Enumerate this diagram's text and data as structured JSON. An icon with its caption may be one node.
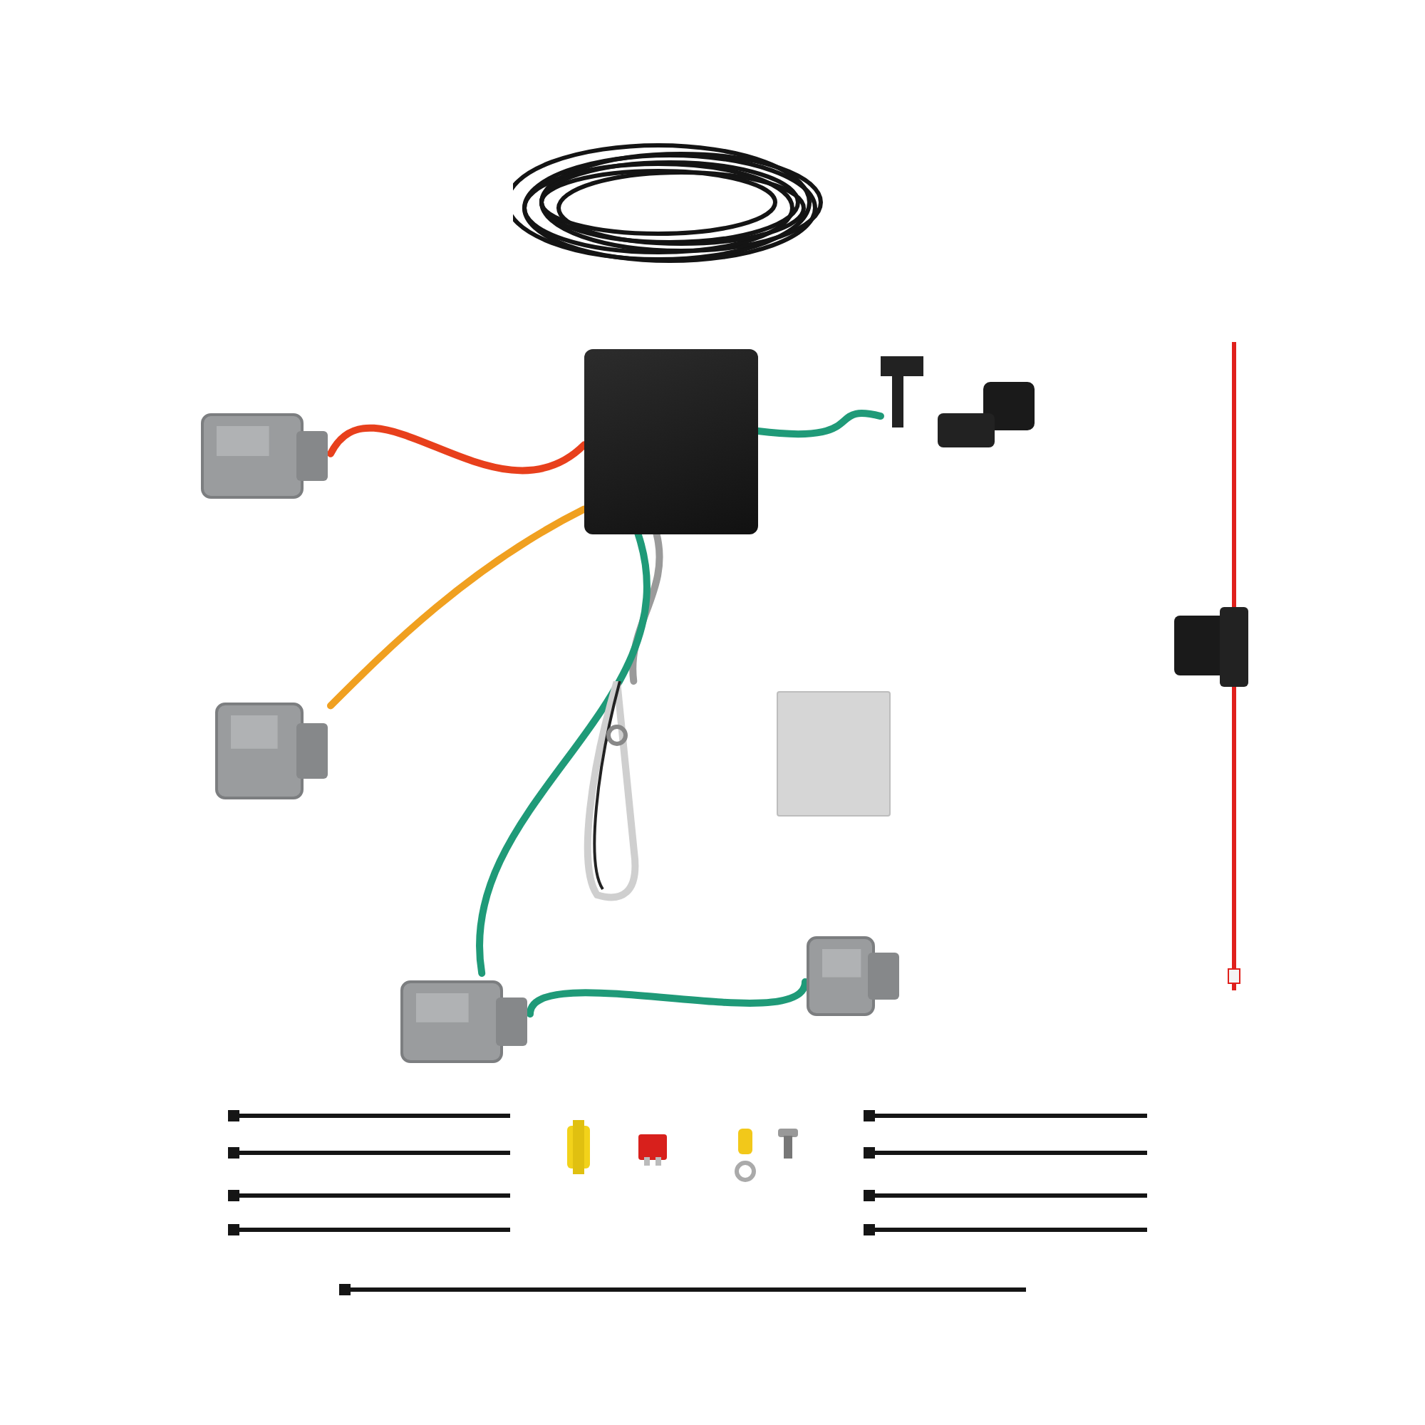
{
  "diagram": {
    "nodes": [
      {
        "text": [],
        "shape": "picture"
      },
      {
        "text": [],
        "shape": "box"
      },
      {
        "text": [],
        "shape": "picture"
      },
      {
        "text": [],
        "shape": "picture"
      },
      {
        "text": [],
        "shape": "picture"
      },
      {
        "text": [],
        "shape": "picture"
      },
      {
        "text": [],
        "shape": "box"
      },
      {
        "text": [],
        "shape": "picture"
      },
      {
        "text": [],
        "shape": "picture"
      },
      {
        "text": [],
        "shape": "picture"
      }
    ],
    "edges": [
      {
        "from": 1,
        "to": 2,
        "arrow": "none",
        "color": "#e8401c"
      },
      {
        "from": 1,
        "to": 3,
        "arrow": "none",
        "color": "#f0a020"
      },
      {
        "from": 1,
        "to": 4,
        "arrow": "none"
      },
      {
        "from": 1,
        "to": 5,
        "arrow": "none",
        "color": "#9a9a9a"
      },
      {
        "from": 1,
        "to": 8,
        "arrow": "none"
      },
      {
        "from": 8,
        "to": 9,
        "arrow": "none"
      }
    ]
  }
}
